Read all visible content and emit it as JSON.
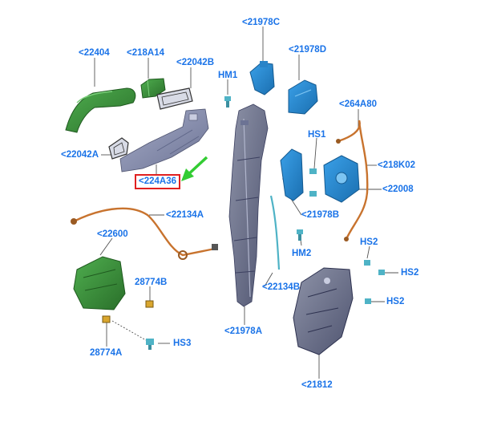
{
  "colors": {
    "label": "#1a73e8",
    "leader": "#555555",
    "highlight_box": "#e02020",
    "pointer_arrow": "#33cc33",
    "green_part": "#3a8f3a",
    "blue_part": "#2b8fd6",
    "gray_part": "#8890b0",
    "cable": "#c8732e",
    "cyan_part": "#4fb3c6"
  },
  "highlighted_part": "<224A36",
  "labels": {
    "p22404": "<22404",
    "p218A14": "<218A14",
    "p22042B": "<22042B",
    "p21978C": "<21978C",
    "p21978D": "<21978D",
    "hm1": "HM1",
    "p264A80": "<264A80",
    "p22042A": "<22042A",
    "p224A36": "<224A36",
    "hs1": "HS1",
    "p218K02": "<218K02",
    "p22008": "<22008",
    "p22134A": "<22134A",
    "p21978B": "<21978B",
    "p22600": "<22600",
    "hs2a": "HS2",
    "hm2": "HM2",
    "hs2b": "HS2",
    "p28774B": "28774B",
    "p22134B": "<22134B",
    "hs2c": "HS2",
    "p21978A": "<21978A",
    "hs3": "HS3",
    "p28774A": "28774A",
    "p21812": "<21812"
  }
}
